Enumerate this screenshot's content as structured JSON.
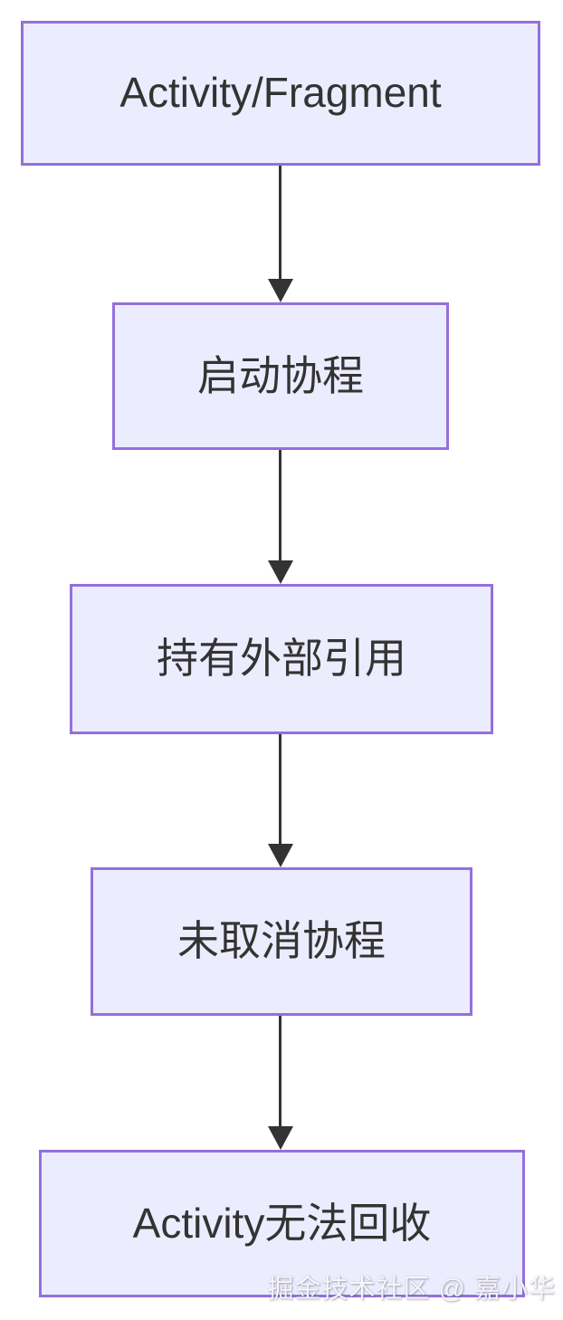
{
  "diagram": {
    "type": "flowchart",
    "direction": "top-down",
    "nodes": [
      {
        "id": "activity-fragment",
        "label": "Activity/Fragment"
      },
      {
        "id": "start-coroutine",
        "label": "启动协程"
      },
      {
        "id": "hold-external-reference",
        "label": "持有外部引用"
      },
      {
        "id": "uncancelled-coroutine",
        "label": "未取消协程"
      },
      {
        "id": "activity-not-recyclable",
        "label": "Activity无法回收"
      }
    ],
    "edges": [
      {
        "from": "activity-fragment",
        "to": "start-coroutine"
      },
      {
        "from": "start-coroutine",
        "to": "hold-external-reference"
      },
      {
        "from": "hold-external-reference",
        "to": "uncancelled-coroutine"
      },
      {
        "from": "uncancelled-coroutine",
        "to": "activity-not-recyclable"
      }
    ],
    "colors": {
      "node_fill": "#ECECFF",
      "node_border": "#9370DB",
      "node_text": "#333333",
      "arrow": "#333333",
      "background": "#FFFFFF"
    }
  },
  "watermark": {
    "text": "掘金技术社区 @ 嘉小华"
  }
}
